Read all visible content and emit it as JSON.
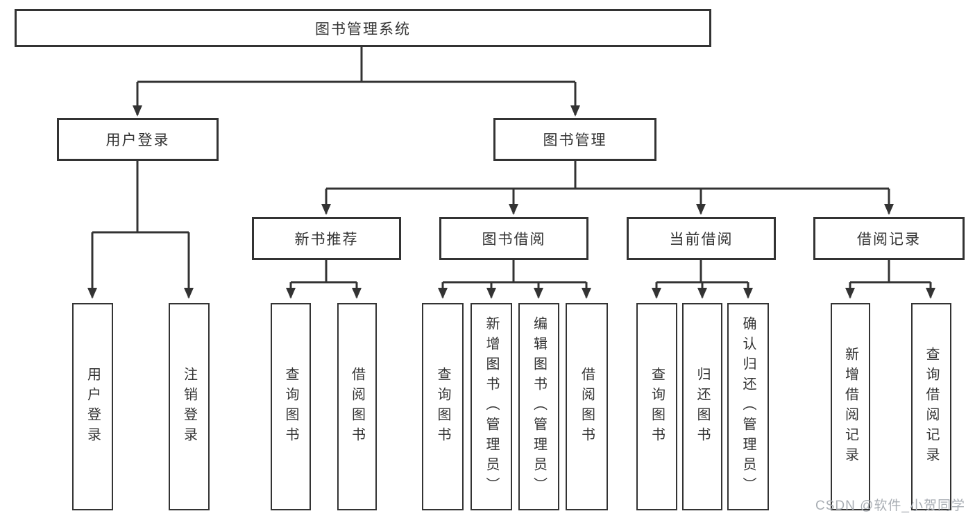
{
  "diagram": {
    "root": {
      "label": "图书管理系统"
    },
    "children": [
      {
        "label": "用户登录",
        "children": [
          {
            "label": "用户登录"
          },
          {
            "label": "注销登录"
          }
        ]
      },
      {
        "label": "图书管理",
        "children": [
          {
            "label": "新书推荐",
            "children": [
              {
                "label": "查询图书"
              },
              {
                "label": "借阅图书"
              }
            ]
          },
          {
            "label": "图书借阅",
            "children": [
              {
                "label": "查询图书"
              },
              {
                "label": "新增图书（管理员）"
              },
              {
                "label": "编辑图书（管理员）"
              },
              {
                "label": "借阅图书"
              }
            ]
          },
          {
            "label": "当前借阅",
            "children": [
              {
                "label": "查询图书"
              },
              {
                "label": "归还图书"
              },
              {
                "label": "确认归还（管理员）"
              }
            ]
          },
          {
            "label": "借阅记录",
            "children": [
              {
                "label": "新增借阅记录"
              },
              {
                "label": "查询借阅记录"
              }
            ]
          }
        ]
      }
    ]
  },
  "colors": {
    "line": "#333333",
    "box_border": "#333333",
    "background": "#ffffff",
    "watermark_text": "#a9aeb4"
  },
  "watermark": {
    "text": "CSDN @软件_小贺同学"
  }
}
